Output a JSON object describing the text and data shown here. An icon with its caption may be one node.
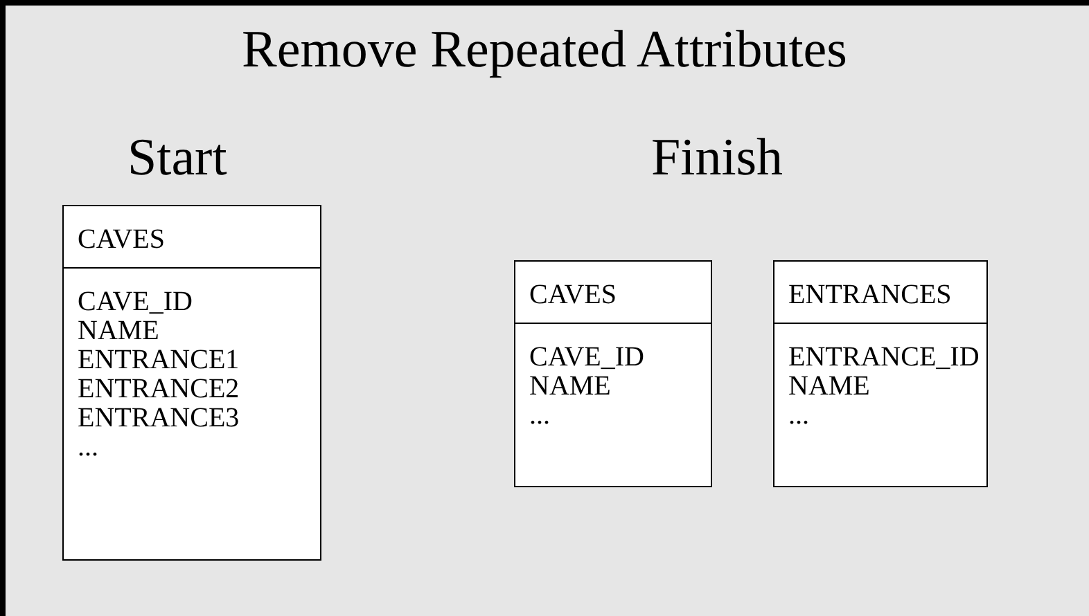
{
  "diagram": {
    "title": "Remove Repeated Attributes",
    "nodes": [
      {
        "text": [
          "CAVES",
          "CAVE_ID",
          "NAME",
          "ENTRANCE1",
          "ENTRANCE2",
          "ENTRANCE3",
          "..."
        ]
      },
      {
        "text": [
          "CAVES",
          "CAVE_ID",
          "NAME",
          "..."
        ]
      },
      {
        "text": [
          "ENTRANCES",
          "ENTRANCE_ID",
          "NAME",
          "..."
        ]
      }
    ],
    "edges": [],
    "labels": [
      "Start",
      "Finish"
    ]
  }
}
